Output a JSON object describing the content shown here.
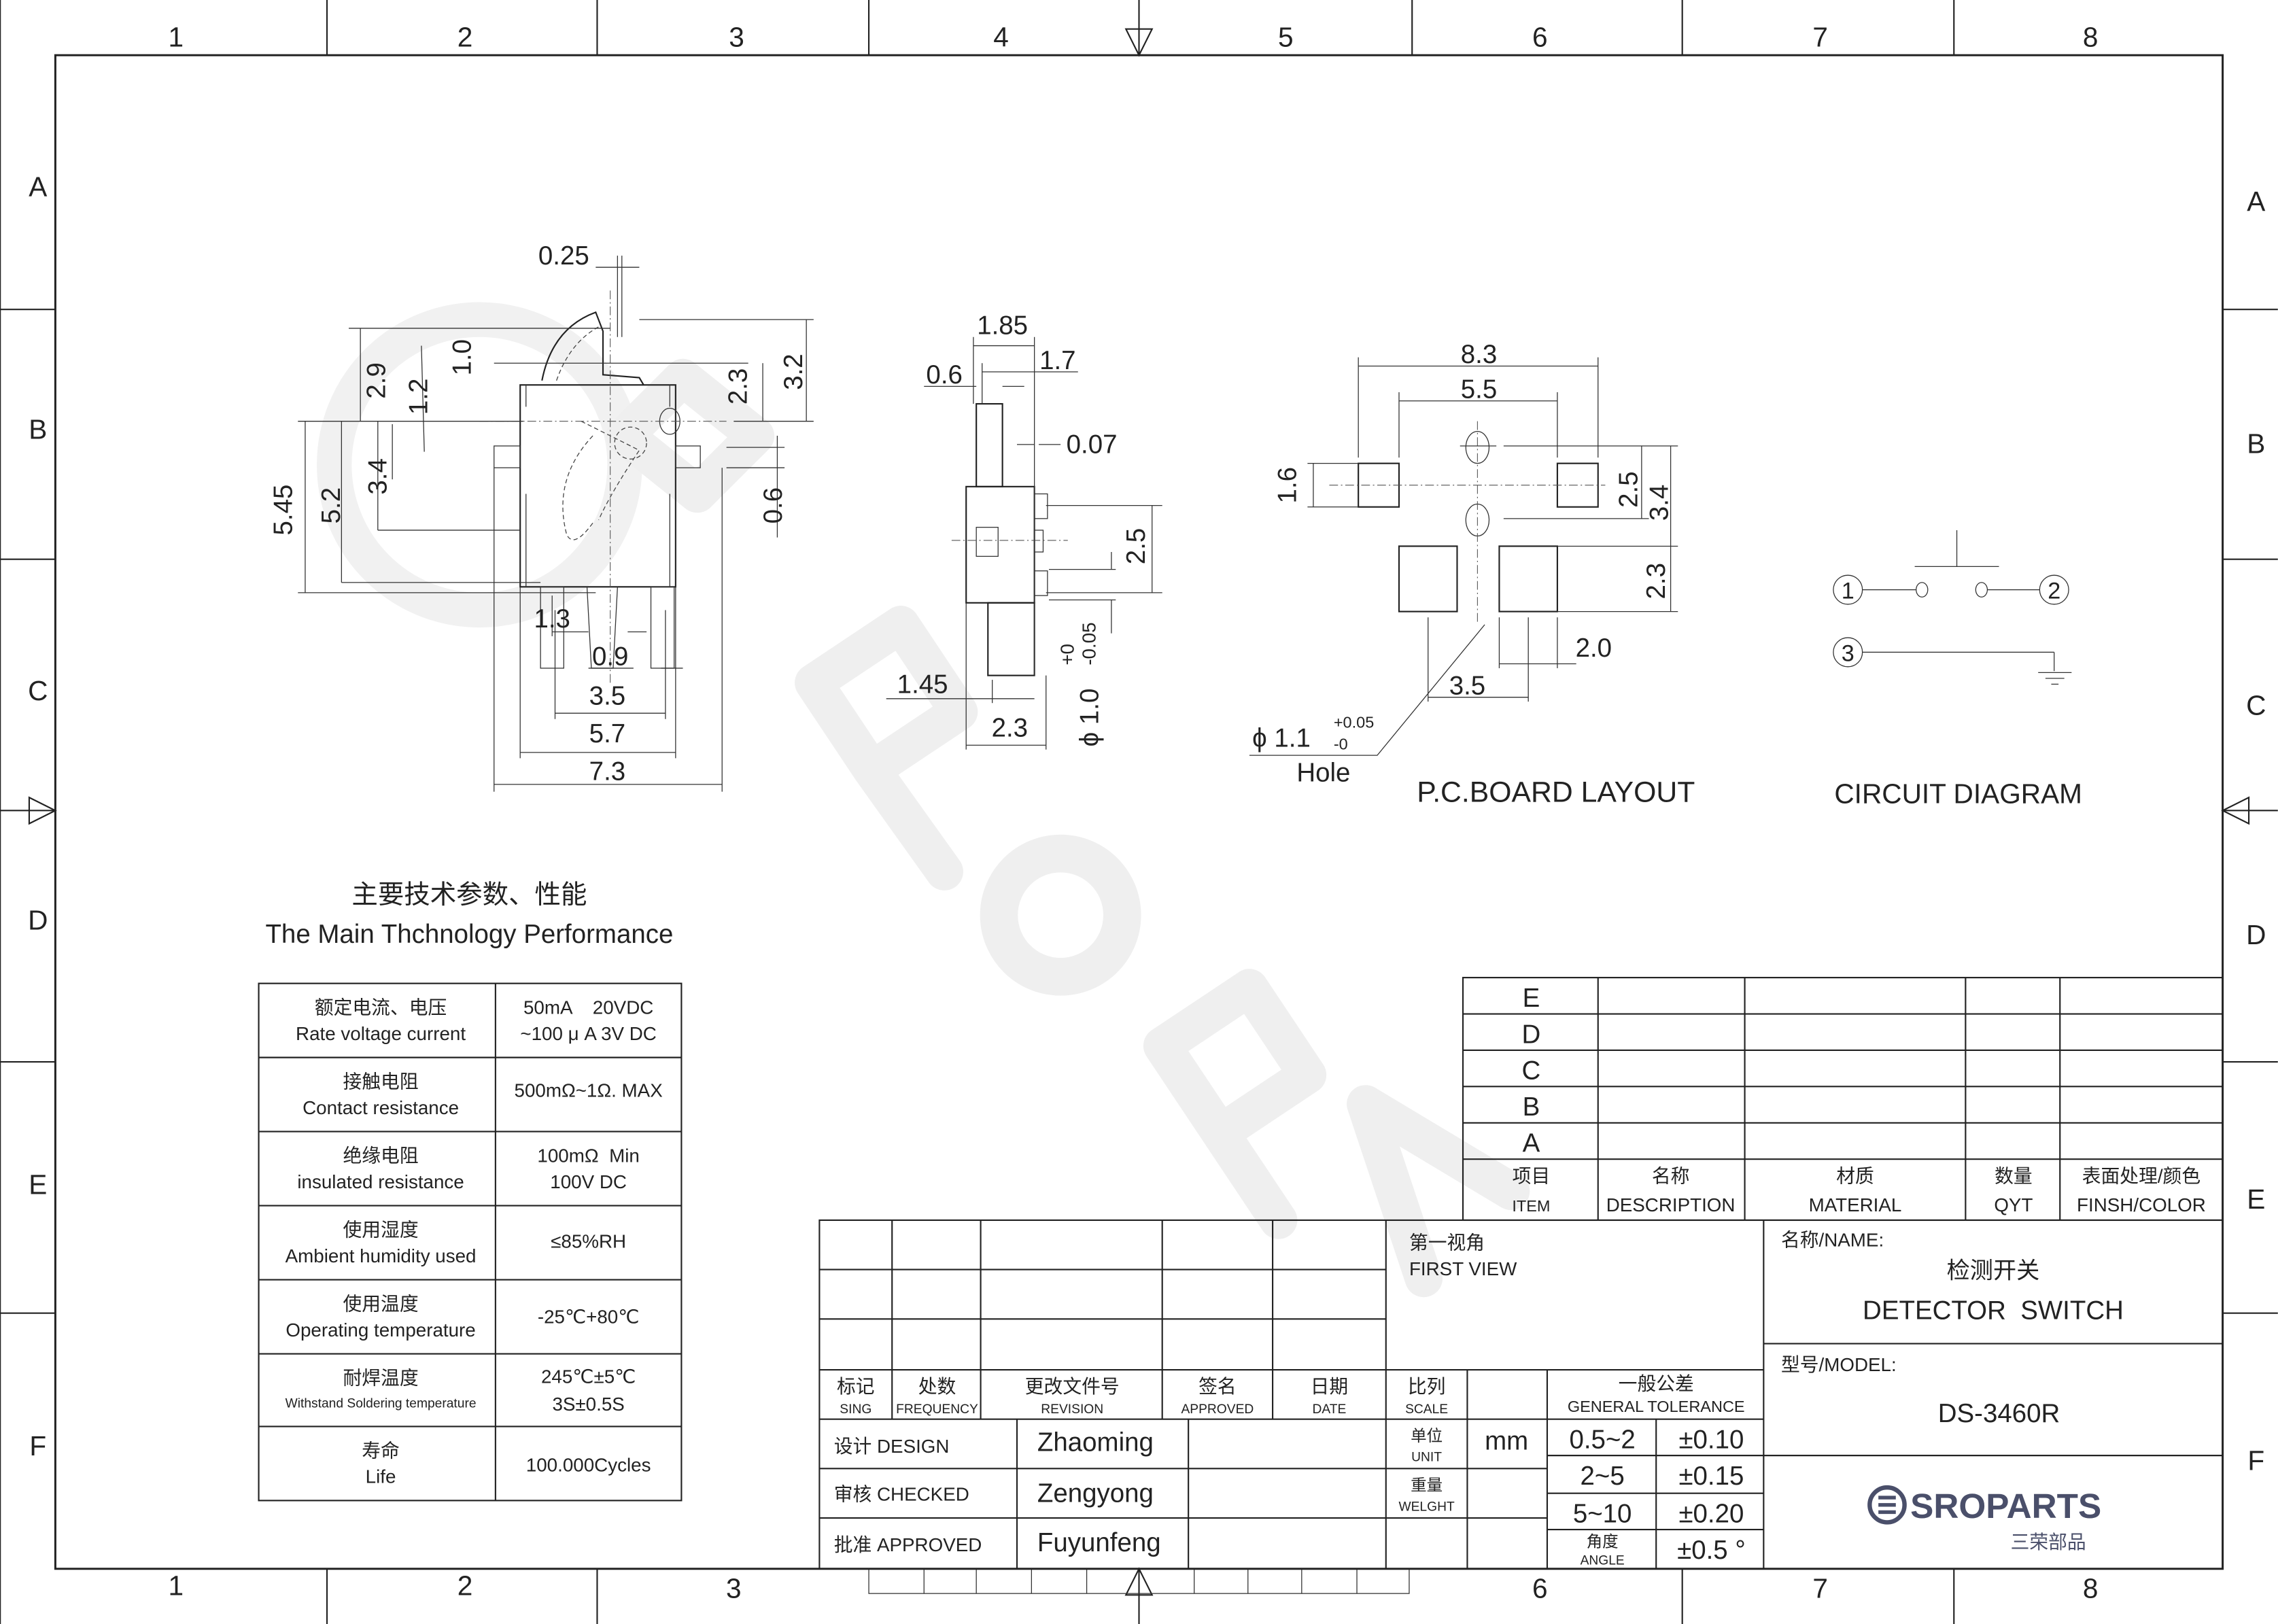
{
  "zones": {
    "columns": [
      "1",
      "2",
      "3",
      "4",
      "5",
      "6",
      "7",
      "8"
    ],
    "rows": [
      "A",
      "B",
      "C",
      "D",
      "E",
      "F"
    ]
  },
  "watermark": "SROPARTS",
  "side_view": {
    "dims": [
      "0.25",
      "2.9",
      "1.0",
      "1.2",
      "2.3",
      "3.2",
      "5.45",
      "5.2",
      "3.4",
      "0.6",
      "1.3",
      "0.9",
      "3.5",
      "5.7",
      "7.3"
    ]
  },
  "end_view": {
    "dims": [
      "1.85",
      "0.6",
      "1.7",
      "0.07",
      "2.5",
      "1.45",
      "2.3"
    ],
    "pin_diameter": "ϕ 1.0",
    "pin_tol_plus": "+0",
    "pin_tol_minus": "-0.05"
  },
  "pcb_layout": {
    "title": "P.C.BOARD LAYOUT",
    "dims": [
      "8.3",
      "5.5",
      "1.6",
      "2.5",
      "3.4",
      "2.3",
      "2.0",
      "3.5"
    ],
    "hole_diameter": "ϕ 1.1",
    "hole_tol_plus": "+0.05",
    "hole_tol_minus": "-0",
    "hole_label": "Hole"
  },
  "circuit": {
    "title": "CIRCUIT DIAGRAM",
    "pins": [
      "1",
      "2",
      "3"
    ]
  },
  "specs": {
    "title_cn": "主要技术参数、性能",
    "title_en": "The Main Thchnology Performance",
    "rows": [
      {
        "cn": "额定电流、电压",
        "en": "Rate voltage current",
        "v1": "50mA    20VDC",
        "v2": "~100 μ A 3V DC"
      },
      {
        "cn": "接触电阻",
        "en": "Contact resistance",
        "v1": "500mΩ~1Ω. MAX",
        "v2": ""
      },
      {
        "cn": "绝缘电阻",
        "en": "insulated resistance",
        "v1": "100mΩ  Min",
        "v2": "100V DC"
      },
      {
        "cn": "使用湿度",
        "en": "Ambient humidity used",
        "v1": "≤85%RH",
        "v2": ""
      },
      {
        "cn": "使用温度",
        "en": "Operating temperature",
        "v1": "-25℃+80℃",
        "v2": ""
      },
      {
        "cn": "耐焊温度",
        "en": "Withstand Soldering temperature",
        "v1": "245℃±5℃",
        "v2": "3S±0.5S"
      },
      {
        "cn": "寿命",
        "en": "Life",
        "v1": "100.000Cycles",
        "v2": ""
      }
    ]
  },
  "parts_table": {
    "rows": [
      "E",
      "D",
      "C",
      "B",
      "A"
    ],
    "headers": [
      {
        "cn": "项目",
        "en": "ITEM"
      },
      {
        "cn": "名称",
        "en": "DESCRIPTION"
      },
      {
        "cn": "材质",
        "en": "MATERIAL"
      },
      {
        "cn": "数量",
        "en": "QYT"
      },
      {
        "cn": "表面处理/颜色",
        "en": "FINSH/COLOR"
      }
    ]
  },
  "title_block": {
    "revision_headers": [
      {
        "cn": "标记",
        "en": "SING"
      },
      {
        "cn": "处数",
        "en": "FREQUENCY"
      },
      {
        "cn": "更改文件号",
        "en": "REVISION"
      },
      {
        "cn": "签名",
        "en": "APPROVED"
      },
      {
        "cn": "日期",
        "en": "DATE"
      }
    ],
    "view_cn": "第一视角",
    "view_en": "FIRST VIEW",
    "scale": {
      "cn": "比列",
      "en": "SCALE"
    },
    "unit": {
      "cn": "单位",
      "en": "UNIT",
      "value": "mm"
    },
    "weight": {
      "cn": "重量",
      "en": "WELGHT"
    },
    "tolerance_title_cn": "一般公差",
    "tolerance_title_en": "GENERAL TOLERANCE",
    "tolerances": [
      {
        "range": "0.5~2",
        "tol": "±0.10"
      },
      {
        "range": "2~5",
        "tol": "±0.15"
      },
      {
        "range": "5~10",
        "tol": "±0.20"
      }
    ],
    "angle": {
      "cn": "角度",
      "en": "ANGLE",
      "tol": "±0.5 °"
    },
    "signoffs": [
      {
        "role": "设计 DESIGN",
        "name": "Zhaoming"
      },
      {
        "role": "审核 CHECKED",
        "name": "Zengyong"
      },
      {
        "role": "批准 APPROVED",
        "name": "Fuyunfeng"
      }
    ],
    "name_label": "名称/NAME:",
    "name_cn": "检测开关",
    "name_en": "DETECTOR  SWITCH",
    "model_label": "型号/MODEL:",
    "model": "DS-3460R",
    "logo_text": "SROPARTS",
    "logo_cn": "三荣部品",
    "logo_color": "#4a4f6a"
  }
}
